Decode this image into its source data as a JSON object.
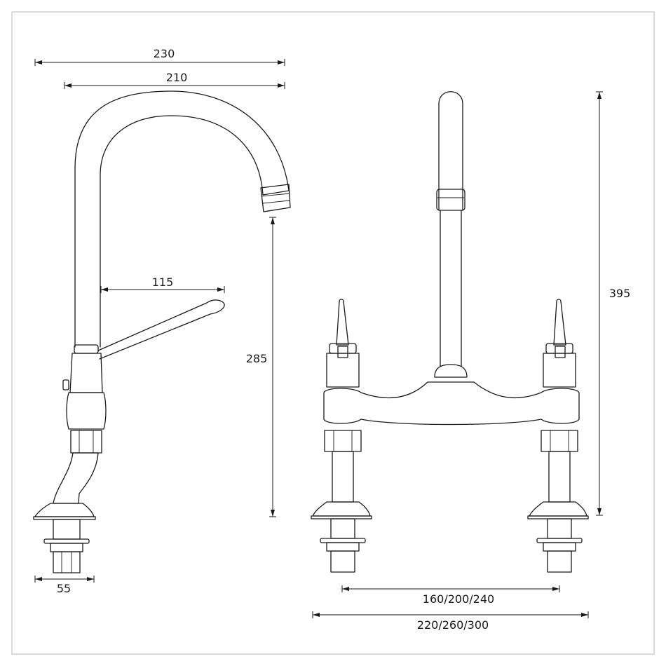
{
  "title": "",
  "side_view": {
    "dim_overall_reach": "230",
    "dim_spout_reach": "210",
    "dim_lever_length": "115",
    "dim_spout_height": "285",
    "dim_tail_width": "55"
  },
  "front_view": {
    "dim_total_height": "395",
    "dim_tail_centres": "160/200/240",
    "dim_overall_width": "220/260/300"
  }
}
